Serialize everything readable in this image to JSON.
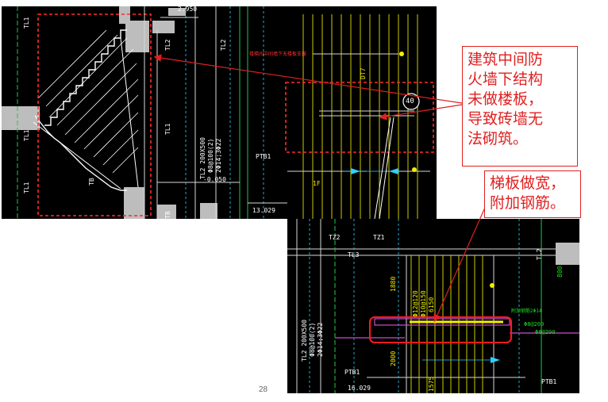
{
  "callouts": {
    "top_right": [
      "建筑中间防",
      "火墙下结构",
      "未做楼板，",
      "导致砖墙无",
      "法砌筑。"
    ],
    "lower_right": [
      "梯板做宽，",
      "附加钢筋。"
    ]
  },
  "page_number": "28",
  "cad_top": {
    "labels": {
      "tl1_a": "TL1",
      "tl1_b": "TL1",
      "tl1_c": "TL1",
      "tl1_d": "TL1",
      "tl2_a": "TL2",
      "tl2_b": "TL2",
      "tb": "TB",
      "tb2": "TB",
      "beam_v1": "TL2  200X500",
      "beam_v2": "Φ8@100(2)",
      "beam_v3": "2Φ14;3Φ22",
      "elev_1": "-0.050",
      "elev_2": "13.029",
      "elev_3": "2.950",
      "ptb1": "PTB1",
      "circle_num": "40",
      "dt7": "DT7",
      "f1": "1F",
      "red_note": "楼梯间中间墙下无楼板支撑"
    }
  },
  "cad_bottom": {
    "labels": {
      "tz2": "TZ2",
      "tz1": "TZ1",
      "tl3": "TL3",
      "tl2": "TL2",
      "ptb1_a": "PTB1",
      "ptb1_b": "PTB1",
      "elev": "16.029",
      "beam_v1": "TL2  200X500",
      "beam_v2": "Φ8@100(2)",
      "beam_v3": "2Φ14;3Φ22",
      "bar_v1": "Φ12@120",
      "bar_v2": "Φ10@150",
      "bar_v3": "6150",
      "dim1": "1880",
      "dim2": "2000",
      "dim3": "1575",
      "note_add": "附加钢筋2Φ14",
      "note_b": "Φ8@200",
      "note_c": "Φ8@200",
      "dim_right": "800"
    }
  },
  "colors": {
    "callout_red": "#e02020",
    "cad_background": "#000000",
    "cad_yellow": "#f2f000",
    "cad_green": "#22dd22"
  }
}
